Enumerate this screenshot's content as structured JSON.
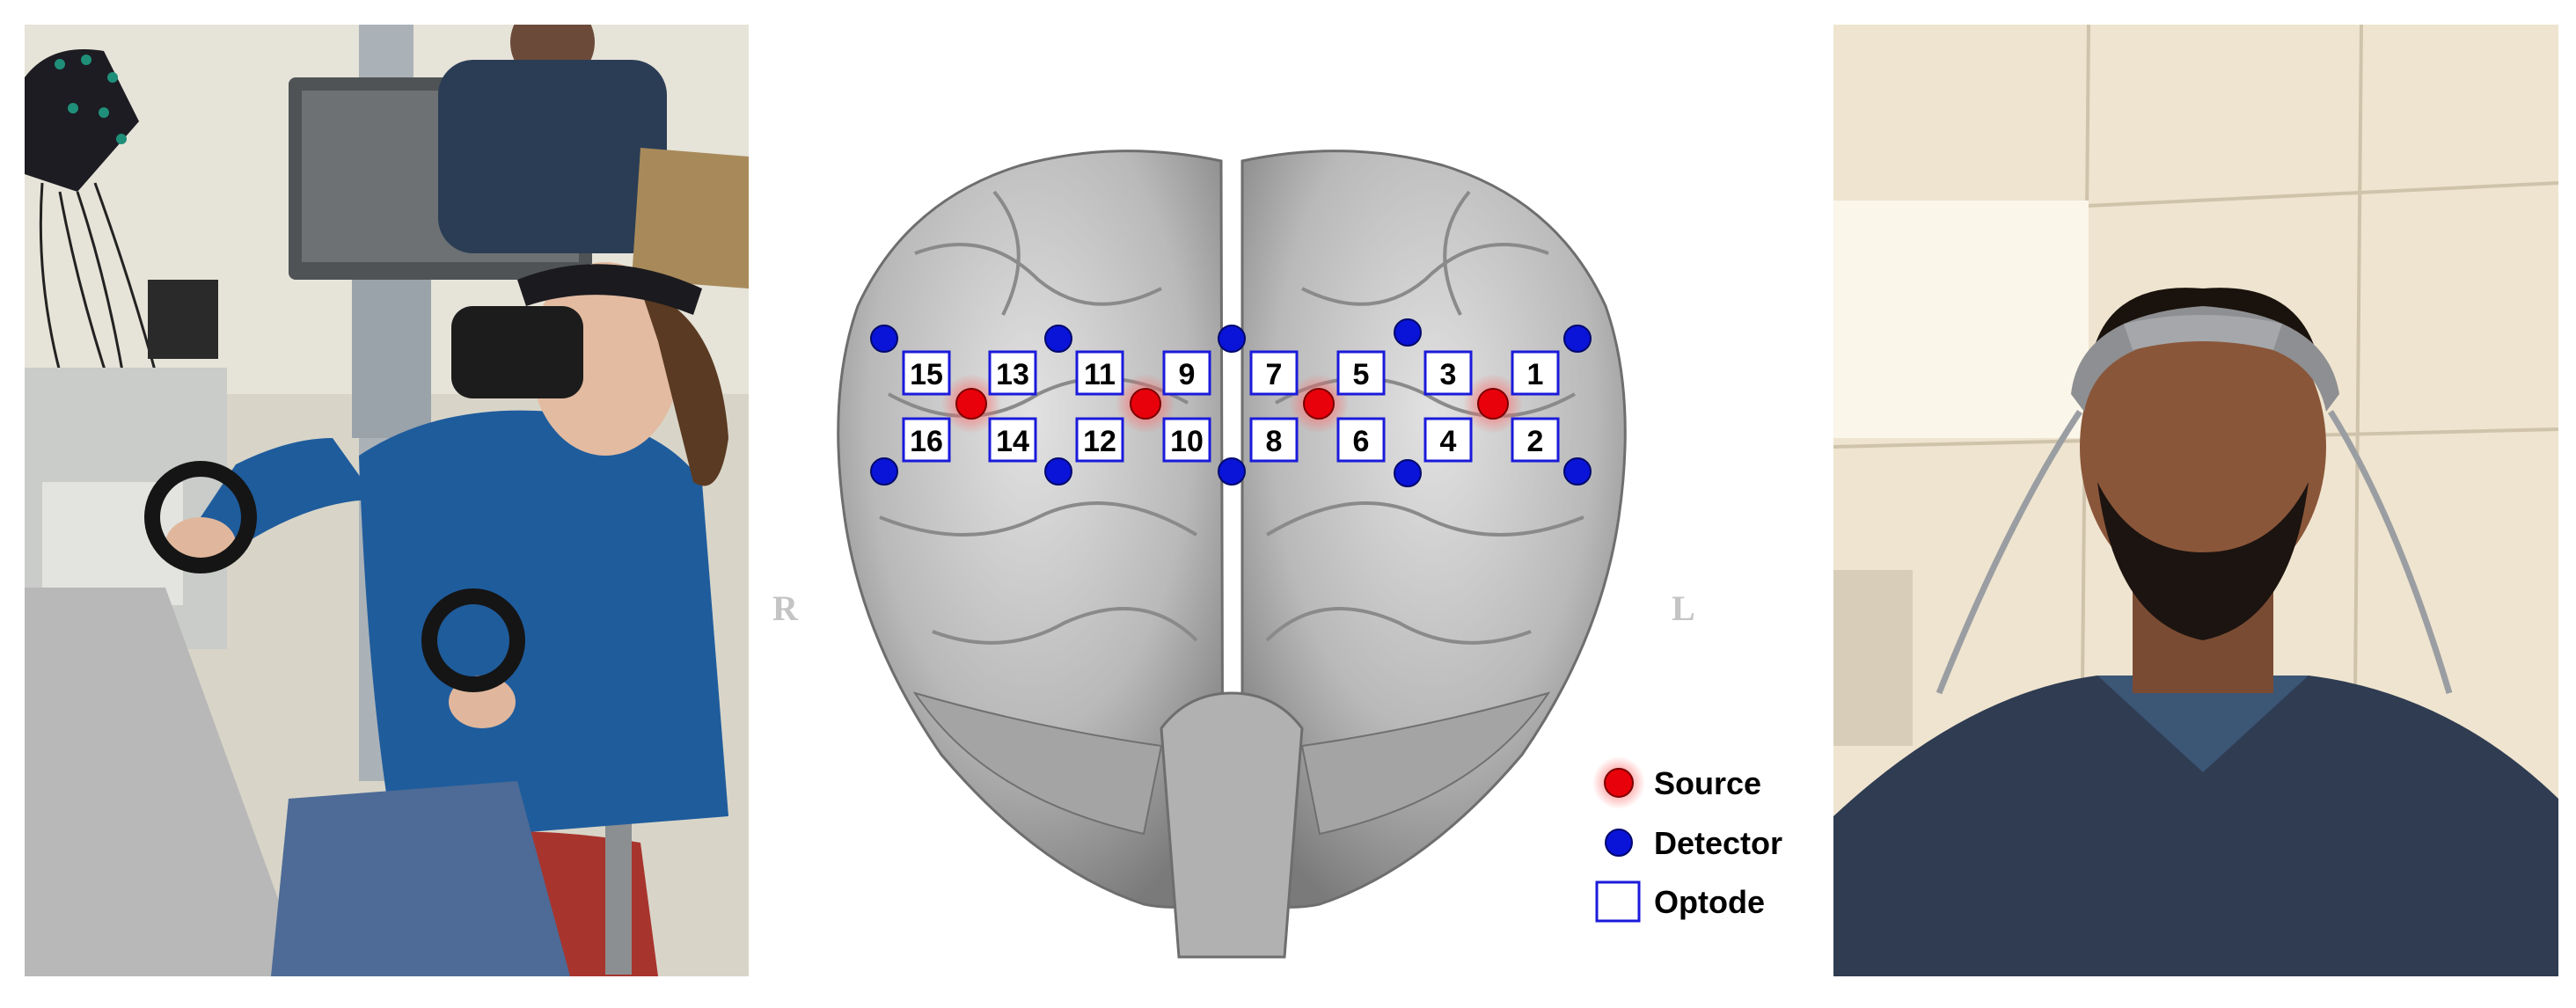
{
  "figure": {
    "hemisphere_labels": {
      "right": "R",
      "left": "L"
    },
    "optodes": [
      "1",
      "2",
      "3",
      "4",
      "5",
      "6",
      "7",
      "8",
      "9",
      "10",
      "11",
      "12",
      "13",
      "14",
      "15",
      "16"
    ],
    "legend": {
      "source": "Source",
      "detector": "Detector",
      "optode": "Optode"
    },
    "colors": {
      "source": "#e8000b",
      "detector": "#0a14d8",
      "optode_border": "#1a1adb",
      "brain": "#bdbdbd"
    },
    "photos": {
      "left": "person-wearing-vr-headset-with-controllers",
      "right": "person-wearing-fnirs-headband"
    }
  }
}
